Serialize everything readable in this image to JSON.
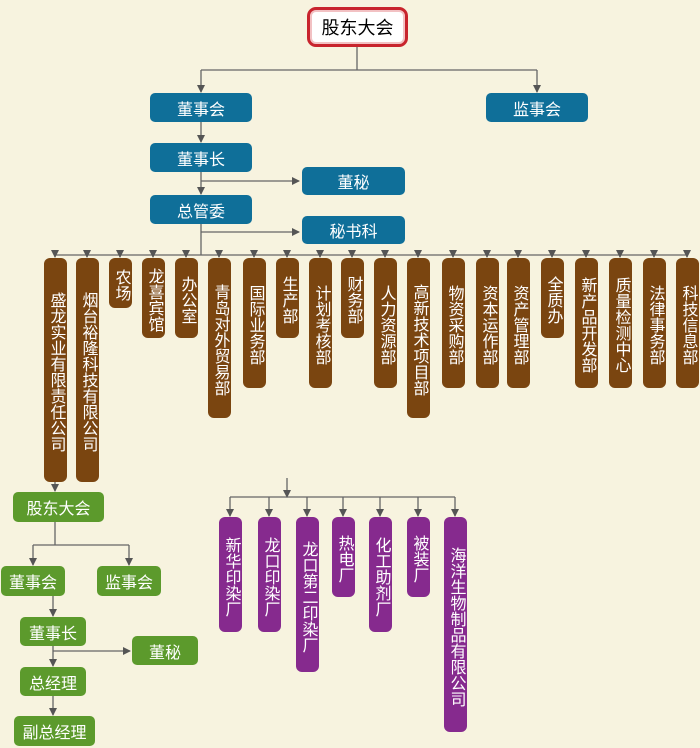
{
  "top": {
    "label": "股东大会"
  },
  "governance": {
    "board": "董事会",
    "supervisors": "监事会",
    "chairman": "董事长",
    "secretary": "董秘",
    "management_committee": "总管委",
    "secretariat": "秘书科"
  },
  "departments": [
    "盛龙实业有限责任公司",
    "烟台裕隆科技有限公司",
    "农场",
    "龙喜宾馆",
    "办公室",
    "青岛对外贸易部",
    "国际业务部",
    "生产部",
    "计划考核部",
    "财务部",
    "人力资源部",
    "高新技术项目部",
    "物资采购部",
    "资本运作部",
    "资产管理部",
    "全质办",
    "新产品开发部",
    "质量检测中心",
    "法律事务部",
    "科技信息部"
  ],
  "subsidiary": {
    "shareholders": "股东大会",
    "board": "董事会",
    "supervisors": "监事会",
    "chairman": "董事长",
    "secretary": "董秘",
    "general_manager": "总经理",
    "deputy_general_manager": "副总经理"
  },
  "factories": [
    "新华印染厂",
    "龙口印染厂",
    "龙口第二印染厂",
    "热电厂",
    "化工助剂厂",
    "被装厂",
    "海洋生物制品有限公司"
  ],
  "colors": {
    "top_border": "#c8242d",
    "governance": "#0f6f99",
    "department": "#7a4510",
    "factory": "#862a8e",
    "subsidiary": "#5c9a2c",
    "background": "#f7f3df"
  }
}
